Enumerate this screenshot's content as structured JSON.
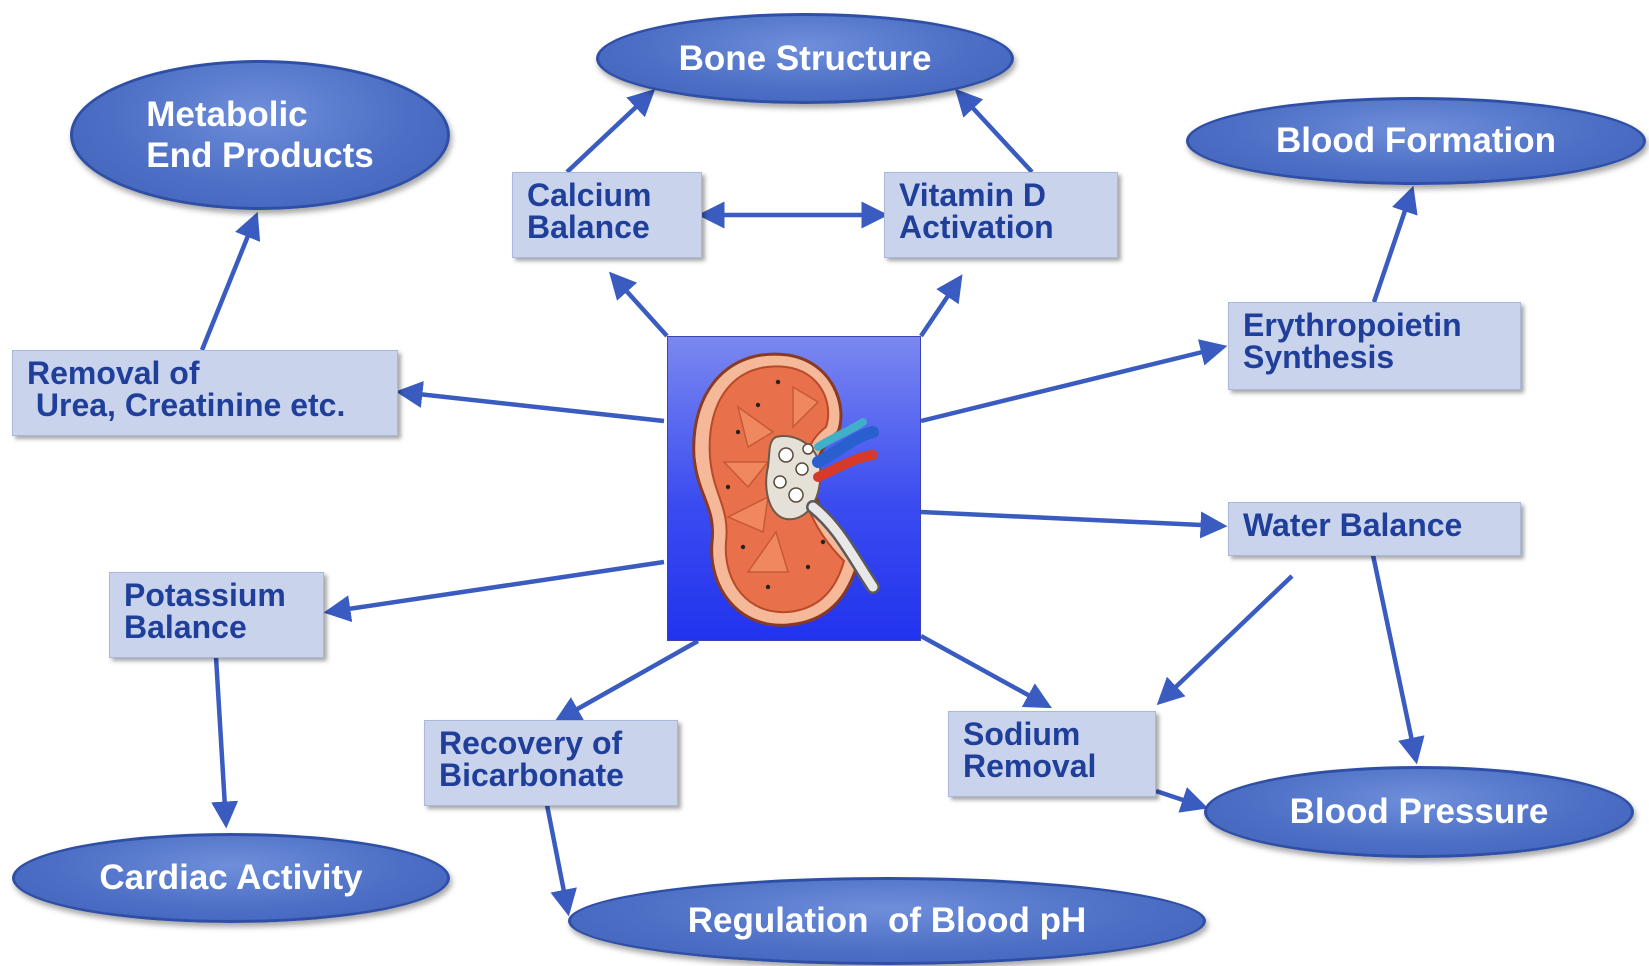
{
  "center": {
    "icon": "kidney-cross-section-icon"
  },
  "colors": {
    "ellipse_fill": "#4d6fc5",
    "box_fill": "#c9d4ec",
    "box_text": "#1f3f9b",
    "arrow": "#3a5cc0",
    "center_bg": "#2b3bee"
  },
  "ellipses": {
    "bone_structure": "Bone Structure",
    "metabolic_end_products": [
      "Metabolic",
      "End Products"
    ],
    "blood_formation": "Blood Formation",
    "cardiac_activity": "Cardiac Activity",
    "regulation_of_blood_ph": "Regulation  of Blood pH",
    "blood_pressure": "Blood Pressure"
  },
  "boxes": {
    "calcium_balance": [
      "Calcium",
      "Balance"
    ],
    "vitamin_d_activation": [
      "Vitamin D",
      "Activation"
    ],
    "removal_of_urea": [
      "Removal of",
      " Urea, Creatinine etc."
    ],
    "erythropoietin_synthesis": [
      "Erythropoietin",
      "Synthesis"
    ],
    "water_balance": [
      "Water Balance"
    ],
    "potassium_balance": [
      "Potassium",
      "Balance"
    ],
    "recovery_of_bicarbonate": [
      "Recovery of",
      "Bicarbonate"
    ],
    "sodium_removal": [
      "Sodium",
      "Removal"
    ]
  }
}
